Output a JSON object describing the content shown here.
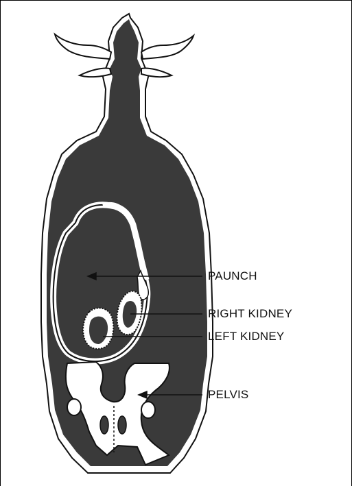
{
  "diagram": {
    "labels": {
      "paunch": "PAUNCH",
      "right_kidney": "RIGHT KIDNEY",
      "left_kidney": "LEFT KIDNEY",
      "pelvis": "PELVIS"
    },
    "colors": {
      "body_fill": "#3a3a3a",
      "outline": "#111111",
      "organ_fill": "#ffffff",
      "background": "#ffffff"
    }
  }
}
